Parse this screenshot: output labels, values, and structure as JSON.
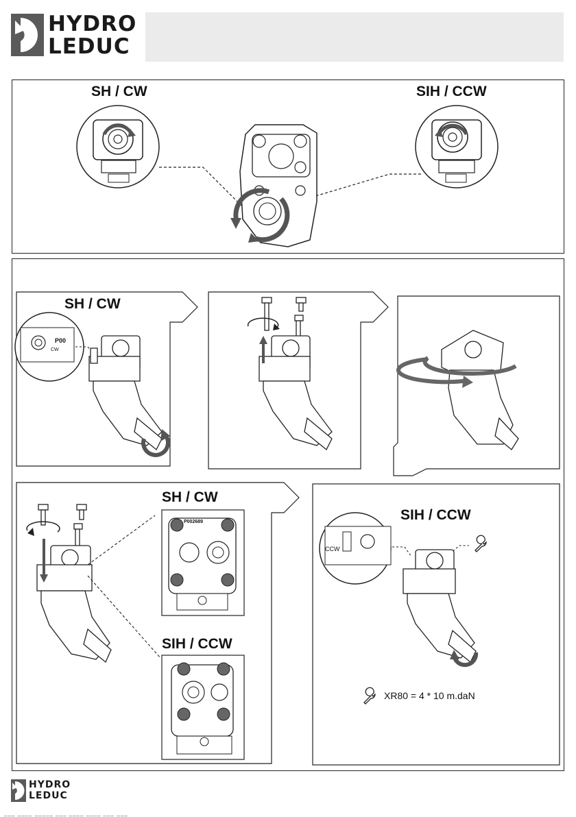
{
  "header": {
    "logo_line1": "HYDRO",
    "logo_line2": "LEDUC",
    "banner_text": ""
  },
  "section1": {
    "label_left": "SH / CW",
    "label_right": "SIH / CCW"
  },
  "section2": {
    "step1_label": "SH / CW",
    "part_number_a": "P002689",
    "step4_top_label": "SH / CW",
    "step4_bottom_label": "SIH / CCW",
    "step5_label": "SIH / CCW",
    "ccw_tag": "CCW",
    "torque_text": "XR80 = 4 * 10 m.daN"
  },
  "footer": {
    "logo_line1": "HYDRO",
    "logo_line2": "LEDUC",
    "fine_print": "___ ____ _____ ___ ____ ____ ___ ___"
  },
  "icons": [
    "hydroleduc-logo-icon",
    "rotation-arrow-icon",
    "wrench-icon",
    "screw-icon",
    "pump-icon"
  ]
}
